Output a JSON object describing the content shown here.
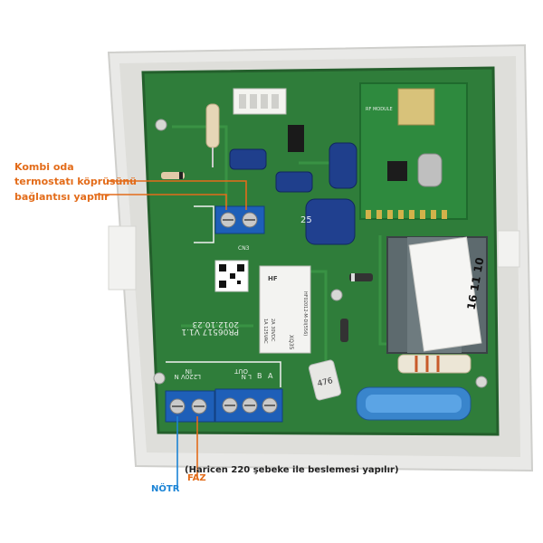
{
  "annotations": {
    "kombi_line1": "Kombi oda",
    "kombi_line2": "termostatı köprüsünü",
    "kombi_line3": "bağlantısı yapılır",
    "haricen": "(Haricen 220 şebeke ile beslemesi yapılır)",
    "notr": "NÖTR",
    "faz": "FAZ"
  },
  "board_labels": {
    "relay_brand": "HF",
    "relay_model": "HF02012-M-DI(556)",
    "relay_rating_1": "2A 30VDC",
    "relay_rating_2": "1A 125VAC",
    "relay_code": "XQ35",
    "pcb_version": "PR06517 V1.1",
    "pcb_date": "2012.10.23",
    "sticker_number": "16 11 10",
    "sticker_small": "476",
    "cap_value": "25",
    "conn_cn3": "CN3",
    "term_in": "IN",
    "term_out": "OUT",
    "term_l220": "L220V N",
    "term_ln": "L N",
    "term_b": "B",
    "term_a": "A",
    "rf_module": "RF MODULE"
  },
  "colors": {
    "accent_orange": "#e36c1a",
    "accent_blue": "#1b84d6",
    "pcb_green": "#2f7d3a",
    "terminal_blue": "#1e5fb8",
    "case_white": "#ececec"
  }
}
